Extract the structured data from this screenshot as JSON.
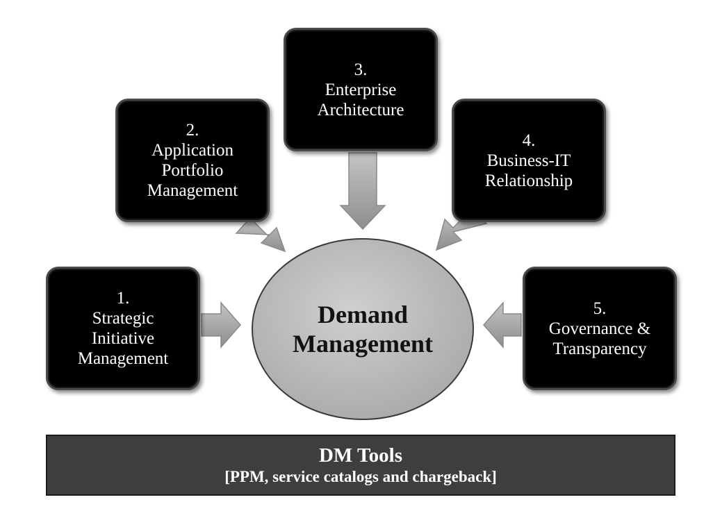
{
  "boxes": {
    "strategic": {
      "number": "1.",
      "lines": [
        "Strategic",
        "Initiative",
        "Management"
      ]
    },
    "application": {
      "number": "2.",
      "lines": [
        "Application",
        "Portfolio",
        "Management"
      ]
    },
    "enterprise": {
      "number": "3.",
      "lines": [
        "Enterprise",
        "Architecture"
      ]
    },
    "business": {
      "number": "4.",
      "lines": [
        "Business-IT",
        "Relationship"
      ]
    },
    "governance": {
      "number": "5.",
      "lines": [
        "Governance &",
        "Transparency"
      ]
    }
  },
  "center": {
    "lines": [
      "Demand",
      "Management"
    ]
  },
  "tools": {
    "title": "DM Tools",
    "subtitle": "[PPM, service catalogs and chargeback]"
  },
  "colors": {
    "box_fill": "#000000",
    "box_text": "#ffffff",
    "ellipse_fill": "#b5b5b5",
    "arrow_fill": "#a6a6a6",
    "tools_fill": "#3e3e3e"
  }
}
